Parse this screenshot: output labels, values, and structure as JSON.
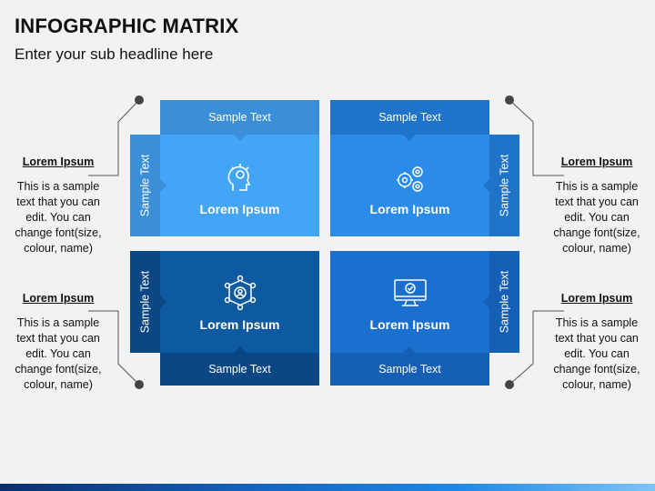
{
  "header": {
    "title": "INFOGRAPHIC MATRIX",
    "subtitle": "Enter your sub headline here"
  },
  "side_notes": [
    {
      "heading": "Lorem Ipsum",
      "body": "This is a sample text that you can edit. You can change font(size, colour, name)"
    },
    {
      "heading": "Lorem Ipsum",
      "body": "This is a sample text that you can edit. You can change font(size, colour, name)"
    },
    {
      "heading": "Lorem Ipsum",
      "body": "This is a sample text that you can edit. You can change font(size, colour, name)"
    },
    {
      "heading": "Lorem Ipsum",
      "body": "This is a sample text that you can edit. You can change font(size, colour, name)"
    }
  ],
  "matrix": {
    "top_left": {
      "band_h": "Sample Text",
      "band_v": "Sample Text",
      "label": "Lorem Ipsum",
      "icon": "idea-head-icon"
    },
    "top_right": {
      "band_h": "Sample Text",
      "band_v": "Sample Text",
      "label": "Lorem Ipsum",
      "icon": "gears-icon"
    },
    "bottom_left": {
      "band_h": "Sample Text",
      "band_v": "Sample Text",
      "label": "Lorem Ipsum",
      "icon": "network-icon"
    },
    "bottom_right": {
      "band_h": "Sample Text",
      "band_v": "Sample Text",
      "label": "Lorem Ipsum",
      "icon": "monitor-check-icon"
    }
  },
  "colors": {
    "top_left_panel": "#42a5f5",
    "top_left_band": "#3a8fd8",
    "top_right_panel": "#2b8be8",
    "top_right_band": "#1f73c9",
    "bottom_left_panel": "#0d5aa0",
    "bottom_left_band": "#0a4784",
    "bottom_right_panel": "#1a6fcf",
    "bottom_right_band": "#1560b5"
  }
}
